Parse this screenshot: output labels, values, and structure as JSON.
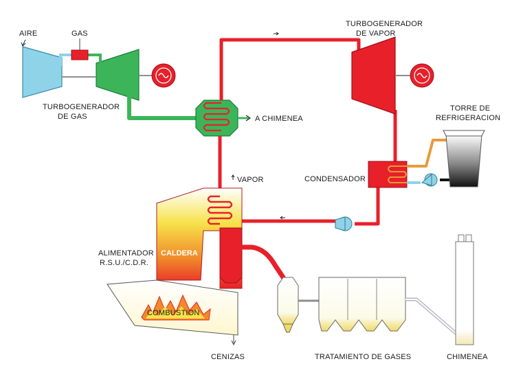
{
  "labels": {
    "aire": "AIRE",
    "gas": "GAS",
    "turbogen_gas_1": "TURBOGENERADOR",
    "turbogen_gas_2": "DE GAS",
    "a_chimenea": "A CHIMENEA",
    "turbogen_vapor_1": "TURBOGENERADOR",
    "turbogen_vapor_2": "DE VAPOR",
    "torre_1": "TORRE DE",
    "torre_2": "REFRIGERACION",
    "vapor": "VAPOR",
    "condensador": "CONDENSADOR",
    "alimentador_1": "ALIMENTADOR",
    "alimentador_2": "R.S.U./C.D.R.",
    "caldera": "CALDERA",
    "combustion": "COMBUSTION",
    "cenizas": "CENIZAS",
    "tratamiento": "TRATAMIENTO DE GASES",
    "chimenea": "CHIMENEA"
  },
  "colors": {
    "steam_red": "#e8202a",
    "gas_green": "#3cb55a",
    "air_cyan": "#8fd3e8",
    "pipe_gray": "#8e8e8e",
    "cooling_orange": "#e89a3a",
    "flame_yellow": "#f6e04a"
  }
}
